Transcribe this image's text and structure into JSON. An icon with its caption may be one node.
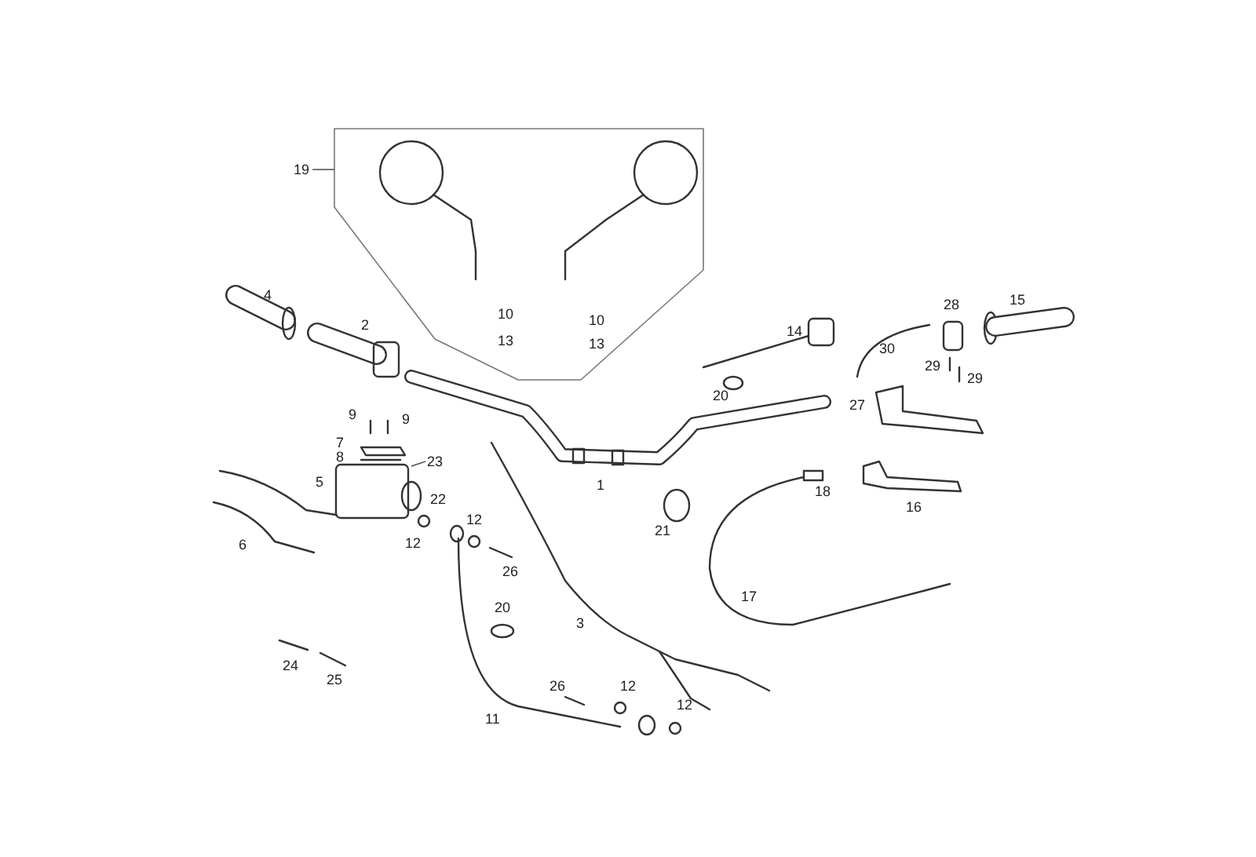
{
  "diagram": {
    "nodes": [
      {
        "text": [
          "19"
        ]
      },
      {
        "text": [],
        "shape": "picture"
      },
      {
        "text": [
          "23"
        ]
      }
    ],
    "edges": [
      {
        "from": 0,
        "to": 1,
        "arrow": "none"
      },
      {
        "from": 2,
        "to": null,
        "arrow": "none"
      }
    ],
    "labels": [
      "4",
      "15",
      "28",
      "10",
      "10",
      "2",
      "14",
      "13",
      "13",
      "30",
      "29",
      "29",
      "20",
      "27",
      "9",
      "9",
      "7",
      "8",
      "5",
      "1",
      "18",
      "22",
      "16",
      "12",
      "21",
      "6",
      "12",
      "26",
      "17",
      "20",
      "3",
      "24",
      "25",
      "26",
      "12",
      "12",
      "11"
    ]
  }
}
